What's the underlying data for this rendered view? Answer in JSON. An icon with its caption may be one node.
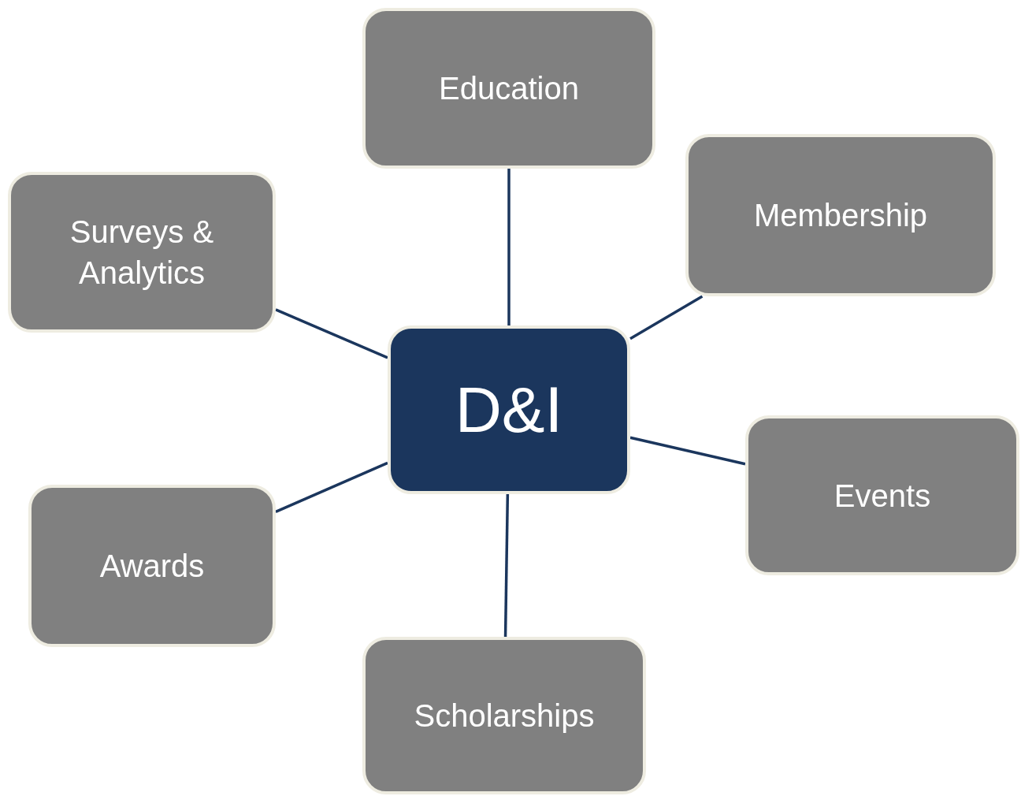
{
  "diagram": {
    "nodes": [
      {
        "text": [
          "Education"
        ]
      },
      {
        "text": [
          "Membership"
        ]
      },
      {
        "text": [
          "Surveys & Analytics"
        ]
      },
      {
        "text": [
          "D&I"
        ]
      },
      {
        "text": [
          "Events"
        ]
      },
      {
        "text": [
          "Awards"
        ]
      },
      {
        "text": [
          "Scholarships"
        ]
      }
    ],
    "edges": [
      {
        "from": 0,
        "to": 3,
        "arrow": "none"
      },
      {
        "from": 1,
        "to": 3,
        "arrow": "none"
      },
      {
        "from": 2,
        "to": 3,
        "arrow": "none"
      },
      {
        "from": 4,
        "to": 3,
        "arrow": "none"
      },
      {
        "from": 5,
        "to": 3,
        "arrow": "none"
      },
      {
        "from": 6,
        "to": 3,
        "arrow": "none"
      }
    ]
  }
}
